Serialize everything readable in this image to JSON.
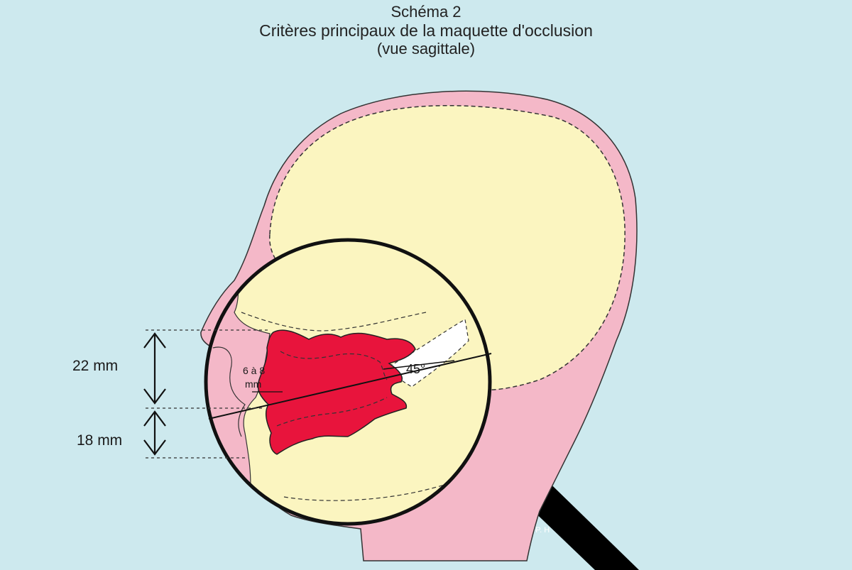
{
  "title": {
    "line1": "Schéma 2",
    "line2": "Critères principaux de la maquette d'occlusion",
    "line3": "(vue sagittale)"
  },
  "measurements": {
    "upper": "22 mm",
    "lower": "18 mm",
    "lip_line1": "6 à 8",
    "lip_line2": "mm",
    "angle": "45°"
  },
  "signature": "J.-P. H",
  "colors": {
    "background": "#cde9ee",
    "skin": "#f4b8c8",
    "head_inner": "#fbf5c0",
    "occlusion_rim": "#e8143c",
    "lens_frame": "#111111",
    "handle": "#000000"
  }
}
